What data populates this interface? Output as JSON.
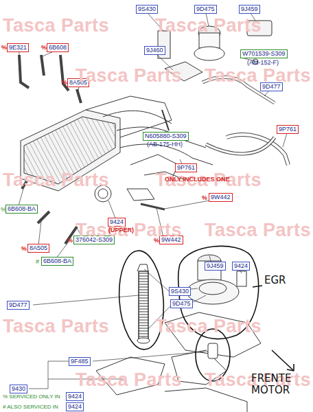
{
  "diagram": {
    "nodes": [
      {
        "text": [
          "9S430"
        ]
      },
      {
        "text": [
          "9D475"
        ]
      },
      {
        "text": [
          "9J459"
        ]
      },
      {
        "text": [
          "9J460"
        ]
      },
      {
        "text": [
          "9E321"
        ]
      },
      {
        "text": [
          "6B608"
        ]
      },
      {
        "text": [
          "8A505"
        ]
      },
      {
        "text": [
          "W701539-S309"
        ]
      },
      {
        "text": [
          "9D477"
        ]
      },
      {
        "text": [
          "N605880-S309"
        ]
      },
      {
        "text": [
          "9P761"
        ]
      },
      {
        "text": [
          "9P761"
        ]
      },
      {
        "text": [
          "6B608-BA"
        ]
      },
      {
        "text": [
          "9W442"
        ]
      },
      {
        "text": [
          "9424"
        ]
      },
      {
        "text": [
          "8A505"
        ]
      },
      {
        "text": [
          "376042-S309"
        ]
      },
      {
        "text": [
          "9W442"
        ]
      },
      {
        "text": [
          "6B608-BA"
        ]
      },
      {
        "text": [
          "9J459"
        ]
      },
      {
        "text": [
          "9424"
        ]
      },
      {
        "text": [
          "9S430"
        ]
      },
      {
        "text": [
          "9D477"
        ]
      },
      {
        "text": [
          "9D475"
        ]
      },
      {
        "text": [
          "9F485"
        ]
      },
      {
        "text": [
          "9430"
        ]
      },
      {
        "text": [
          "9424"
        ]
      },
      {
        "text": [
          "9424"
        ]
      }
    ],
    "labels": [
      "Tasca Parts",
      "Tasca Parts",
      "Tasca Parts",
      "Tasca Parts",
      "Tasca Parts",
      "Tasca Parts",
      "Tasca Parts",
      "Tasca Parts",
      "Tasca Parts",
      "Tasca Parts",
      "Tasca Parts",
      "Tasca Parts",
      "%",
      "%",
      "%",
      "(AM-152-F)",
      "(AB-175-HH)",
      "ONLY INCLUDES ONE",
      "%",
      "%",
      "(UPPER)",
      "%",
      "%",
      "%",
      "#",
      "EGR",
      "FRENTE MOTOR",
      "% SERVICED ONLY IN",
      "# ALSO SERVICED IN"
    ]
  }
}
